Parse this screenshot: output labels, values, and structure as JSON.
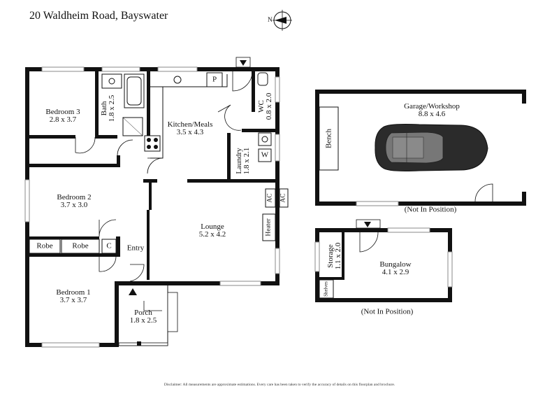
{
  "title": "20 Waldheim Road, Bayswater",
  "compass_label": "N",
  "rooms": {
    "bedroom3": {
      "name": "Bedroom 3",
      "dims": "2.8 x 3.7"
    },
    "bath": {
      "name": "Bath",
      "dims": "1.8 x 2.5"
    },
    "kitchen": {
      "name": "Kitchen/Meals",
      "dims": "3.5 x 4.3"
    },
    "wc": {
      "name": "WC",
      "dims": "0.8 x 2.0"
    },
    "laundry": {
      "name": "Laundry",
      "dims": "1.8 x 2.1"
    },
    "bedroom2": {
      "name": "Bedroom 2",
      "dims": "3.7 x 3.0"
    },
    "lounge": {
      "name": "Lounge",
      "dims": "5.2 x 4.2"
    },
    "entry": {
      "name": "Entry"
    },
    "bedroom1": {
      "name": "Bedroom 1",
      "dims": "3.7 x 3.7"
    },
    "porch": {
      "name": "Porch",
      "dims": "1.8 x 2.5"
    },
    "garage": {
      "name": "Garage/Workshop",
      "dims": "8.8 x 4.6"
    },
    "storage": {
      "name": "Storage",
      "dims": "1.1 x 2.0"
    },
    "bungalow": {
      "name": "Bungalow",
      "dims": "4.1 x 2.9"
    }
  },
  "fixtures": {
    "robe1": "Robe",
    "robe2": "Robe",
    "cupboard": "C",
    "pantry": "P",
    "washer": "W",
    "ac1": "AC",
    "ac2": "AC",
    "heater": "Heater",
    "bench": "Bench",
    "shelves": "Shelves"
  },
  "notes": {
    "garage_not_in_position": "(Not In Position)",
    "bungalow_not_in_position": "(Not In Position)"
  },
  "disclaimer": "Disclaimer: All measurements are approximate estimations. Every care has been taken to verify the accuracy of details on this floorplan and brochure.",
  "colors": {
    "wall": "#111111",
    "window": "#9a9a9a",
    "background": "#ffffff"
  },
  "icons": [
    "compass-icon",
    "car-icon",
    "sink-icon",
    "toilet-icon",
    "bathtub-icon",
    "stove-icon",
    "door-swing-icon",
    "entry-arrow-icon"
  ]
}
